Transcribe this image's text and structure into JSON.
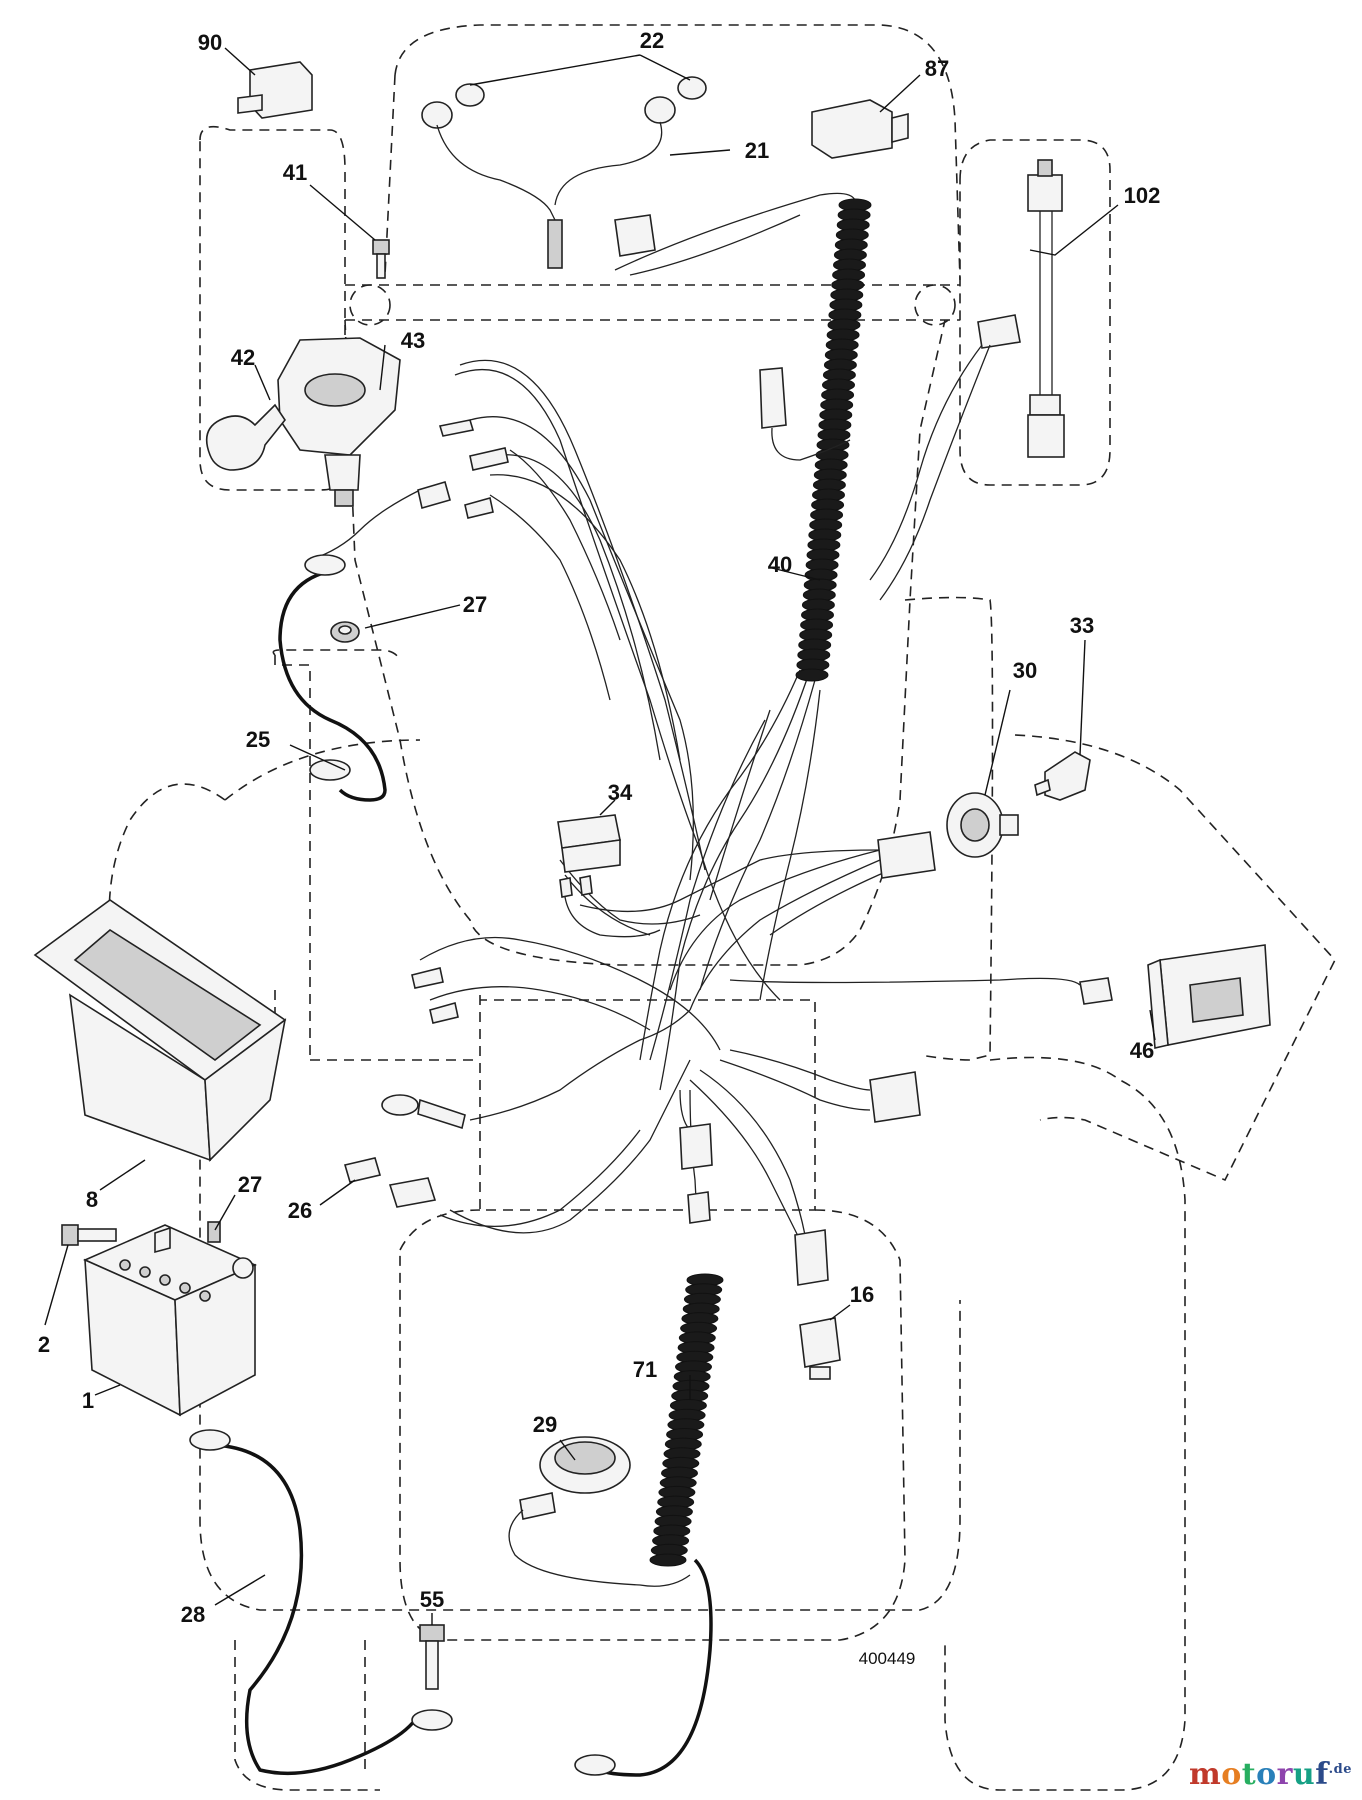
{
  "diagram": {
    "drawing_number": "400449",
    "callouts": [
      "90",
      "22",
      "87",
      "21",
      "41",
      "102",
      "42",
      "43",
      "40",
      "27",
      "33",
      "30",
      "25",
      "34",
      "46",
      "8",
      "27",
      "26",
      "16",
      "2",
      "1",
      "71",
      "29",
      "28",
      "55"
    ],
    "watermark": {
      "text": "motoruf",
      "suffix": ".de",
      "colors": {
        "m": "#c0392b",
        "o1": "#e67e22",
        "t": "#27ae60",
        "o2": "#2980b9",
        "r": "#8e44ad",
        "u": "#16a085",
        "f": "#2b4a8a"
      }
    }
  }
}
